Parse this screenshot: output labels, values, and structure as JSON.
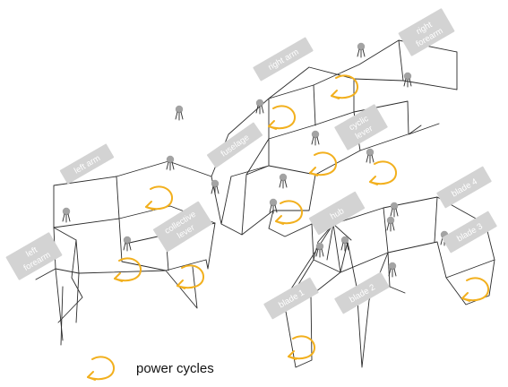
{
  "labels": {
    "left_forearm": [
      "left",
      "forearm"
    ],
    "left_arm": [
      "left arm"
    ],
    "fuselage": [
      "fuselage"
    ],
    "collective_lever": [
      "collective",
      "lever"
    ],
    "right_arm": [
      "right arm"
    ],
    "right_forearm": [
      "right",
      "forearm"
    ],
    "cyclic_lever": [
      "cyclic",
      "lever"
    ],
    "hub": [
      "hub"
    ],
    "blade_4": [
      "blade 4"
    ],
    "blade_3": [
      "blade 3"
    ],
    "blade_1": [
      "blade 1"
    ],
    "blade_2": [
      "blade 2"
    ]
  },
  "legend": {
    "text": "power cycles",
    "color": "#f2b01e"
  }
}
